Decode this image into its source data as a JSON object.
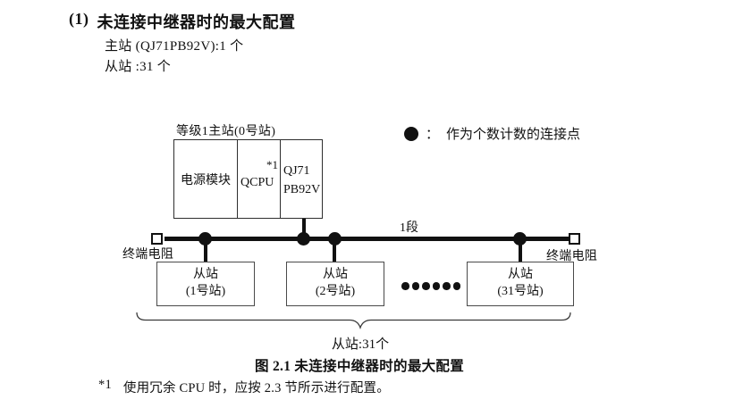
{
  "header": {
    "number": "(1)",
    "title": "未连接中继器时的最大配置",
    "master_line": "主站 (QJ71PB92V):1 个",
    "slave_line": "从站 :31 个"
  },
  "legend": {
    "separator": "：",
    "label": "作为个数计数的连接点"
  },
  "diagram": {
    "master_station_label": "等级1主站(0号站)",
    "modules": {
      "power": "电源模块",
      "cpu": "QCPU",
      "cpu_note": "*1",
      "pb_line1": "QJ71",
      "pb_line2": "PB92V"
    },
    "segment_label": "1段",
    "left_terminator": "终端电阻",
    "right_terminator": "终端电阻",
    "slaves": [
      {
        "name": "从站",
        "station": "(1号站)"
      },
      {
        "name": "从站",
        "station": "(2号站)"
      },
      {
        "name": "从站",
        "station": "(31号站)"
      }
    ],
    "ellipsis_dots": 6,
    "brace_label": "从站:31个"
  },
  "caption": "图 2.1 未连接中继器时的最大配置",
  "footnote": {
    "marker": "*1",
    "text": "使用冗余 CPU 时，应按 2.3 节所示进行配置。"
  }
}
